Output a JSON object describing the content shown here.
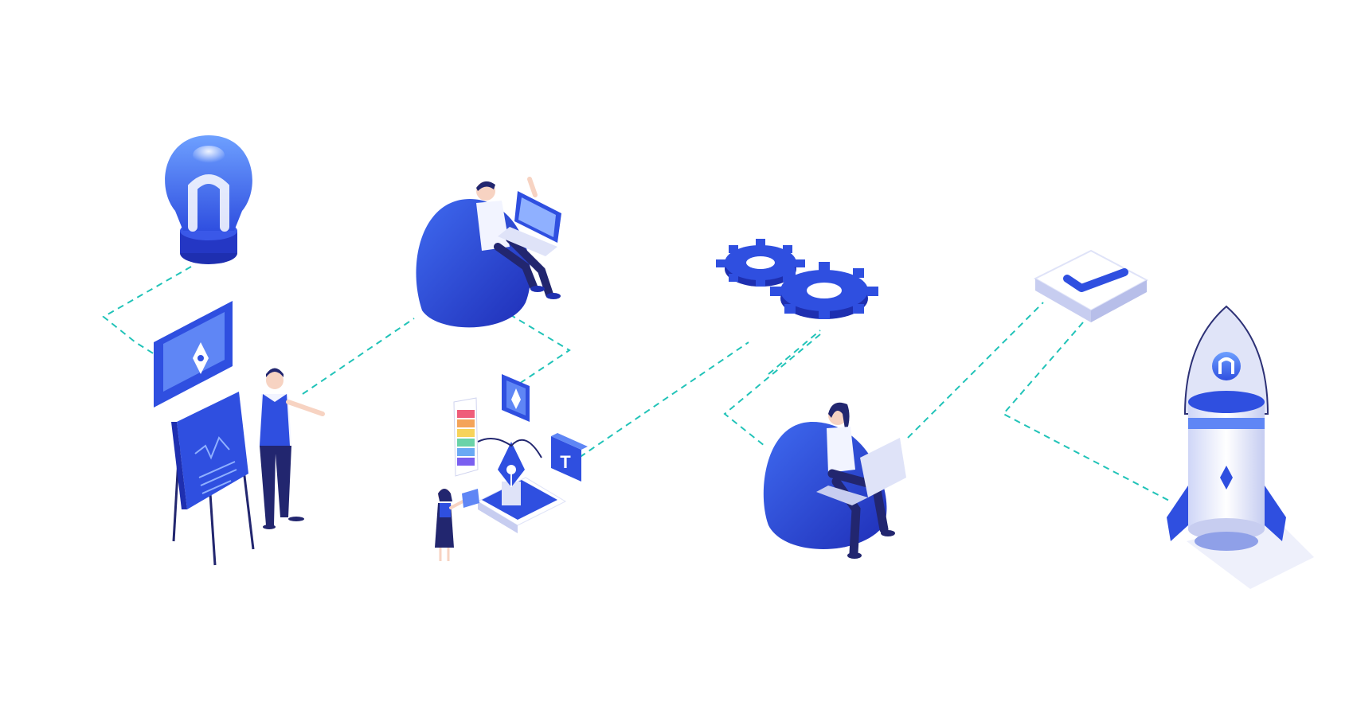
{
  "palette": {
    "primary": "#2f4fe0",
    "primary_dark": "#1e2fb0",
    "primary_light": "#5f86f5",
    "navy": "#22266f",
    "path_dash": "#21c3b8",
    "skin": "#f7d3c2",
    "white_panel": "#eef0fb"
  },
  "stages": [
    {
      "name": "idea",
      "icon": "lightbulb-icon"
    },
    {
      "name": "research",
      "icon": "laptop-icon"
    },
    {
      "name": "design",
      "icon": "pen-tool-icon"
    },
    {
      "name": "development",
      "icon": "gears-icon"
    },
    {
      "name": "testing",
      "icon": "check-icon"
    },
    {
      "name": "launch",
      "icon": "rocket-icon"
    }
  ],
  "design_text_icon": "T"
}
